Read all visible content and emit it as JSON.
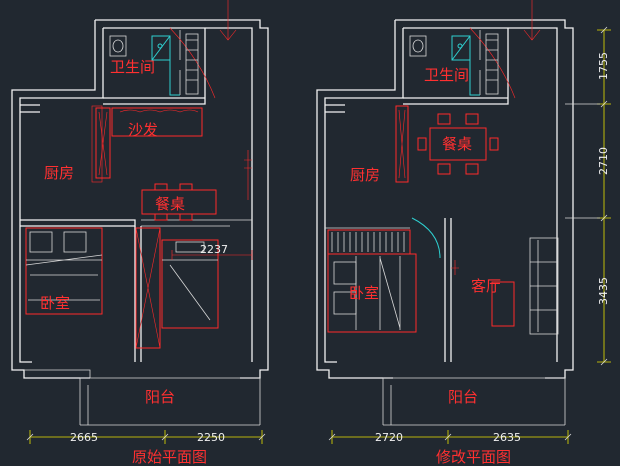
{
  "left_plan": {
    "title": "原始平面图",
    "rooms": {
      "bathroom": "卫生间",
      "sofa": "沙发",
      "kitchen": "厨房",
      "dining": "餐桌",
      "bedroom": "卧室",
      "balcony": "阳台"
    },
    "dims": {
      "bottom_left": "2665",
      "bottom_right": "2250",
      "inner": "2237"
    }
  },
  "right_plan": {
    "title": "修改平面图",
    "rooms": {
      "bathroom": "卫生间",
      "dining": "餐桌",
      "kitchen": "厨房",
      "bedroom": "卧室",
      "living": "客厅",
      "balcony": "阳台"
    },
    "dims": {
      "bottom_left": "2720",
      "bottom_right": "2635",
      "side_top": "1755",
      "side_mid": "2710",
      "side_bottom": "3435"
    }
  },
  "colors": {
    "background": "#212830",
    "walls": "#f2f2f2",
    "furniture": "#ff2a2a",
    "fixtures": "#2ed0d0",
    "dimension_lines": "#e8e000"
  }
}
